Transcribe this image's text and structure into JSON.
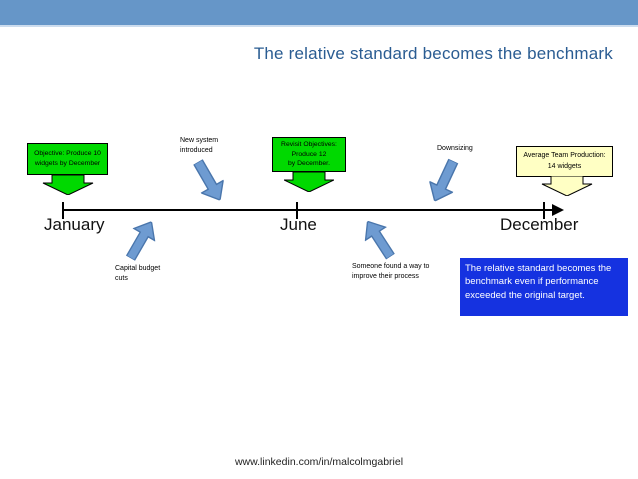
{
  "header": {
    "title": "The relative standard becomes the benchmark"
  },
  "colors": {
    "header_bar": "#6696c8",
    "title_text": "#2a5c92",
    "green_box": "#00d900",
    "yellow_box": "#ffffc4",
    "blue_arrow_fill": "#6e9bd1",
    "blue_arrow_stroke": "#4a76ac",
    "note_box_blue": "#1532e0"
  },
  "timeline": {
    "start_label": "January",
    "mid_label": "June",
    "end_label": "December"
  },
  "annotations": {
    "objective_box": "Objective: Produce 10 widgets by December",
    "new_system": "New system\nintroduced",
    "revisit_box": "Revisit Objectives:\nProduce 12\nby December.",
    "downsizing": "Downsizing",
    "average_box": "Average Team Production:\n14 widgets",
    "capital_budget": "Capital budget\ncuts",
    "someone_found": "Someone found a way to\nimprove their process",
    "note_box": "The relative standard becomes the benchmark even if performance exceeded the original target."
  },
  "arrows": {
    "objective": "green-down",
    "new_system": "blue-down-right",
    "revisit": "green-down",
    "downsizing": "blue-down-left",
    "average": "yellow-down",
    "capital_budget": "blue-up-right",
    "someone_found": "blue-up-left"
  },
  "footer": {
    "url": "www.linkedin.com/in/malcolmgabriel"
  }
}
